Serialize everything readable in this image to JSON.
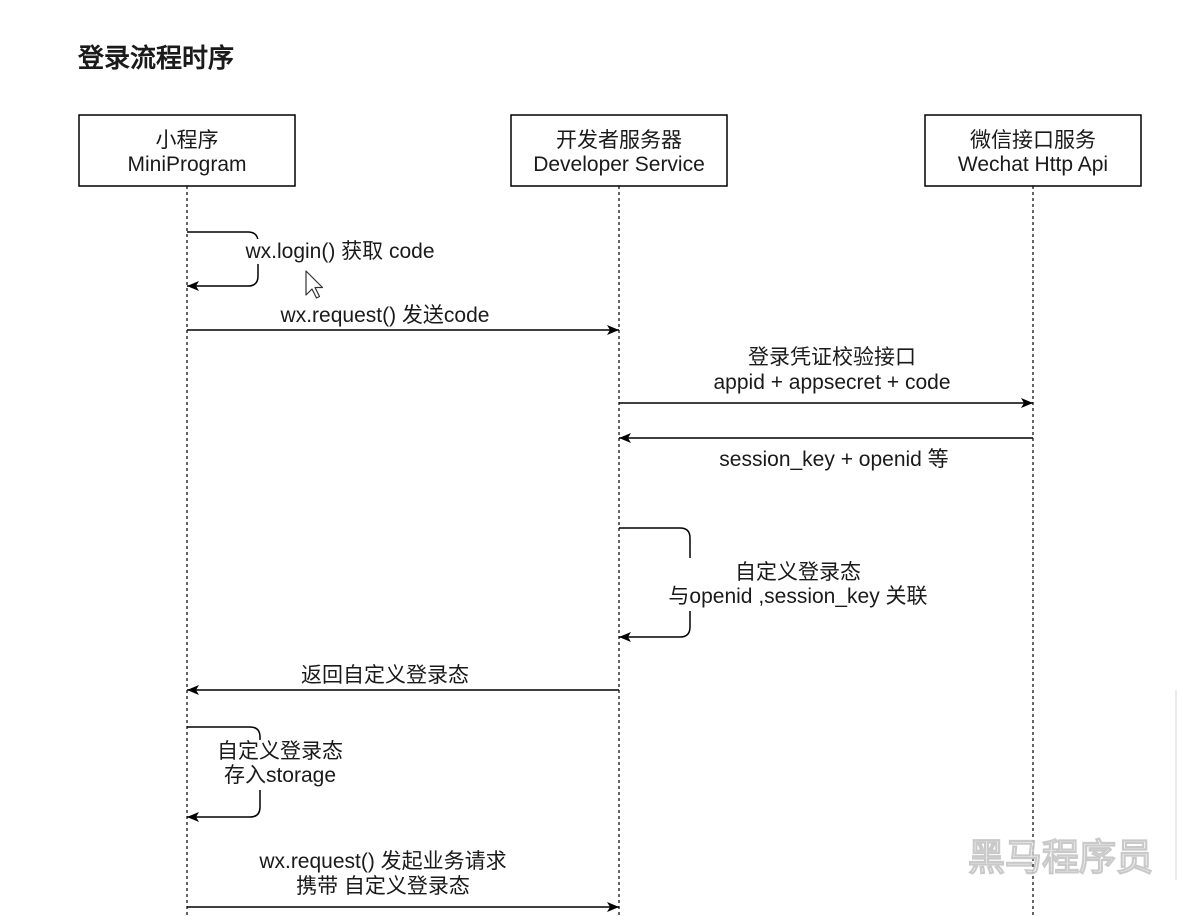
{
  "page": {
    "title": "登录流程时序"
  },
  "diagram": {
    "participants": [
      {
        "label": "小程序",
        "sublabel": "MiniProgram"
      },
      {
        "label": "开发者服务器",
        "sublabel": "Developer Service"
      },
      {
        "label": "微信接口服务",
        "sublabel": "Wechat Http Api"
      }
    ],
    "messages": [
      {
        "from": 0,
        "to": 0,
        "lines": [
          "wx.login() 获取 code"
        ]
      },
      {
        "from": 0,
        "to": 1,
        "lines": [
          "wx.request() 发送code"
        ]
      },
      {
        "from": 1,
        "to": 2,
        "lines": [
          "登录凭证校验接口",
          "appid + appsecret + code"
        ]
      },
      {
        "from": 2,
        "to": 1,
        "lines": [
          "session_key + openid 等"
        ]
      },
      {
        "from": 1,
        "to": 1,
        "lines": [
          "自定义登录态",
          "与openid ,session_key 关联"
        ]
      },
      {
        "from": 1,
        "to": 0,
        "lines": [
          "返回自定义登录态"
        ]
      },
      {
        "from": 0,
        "to": 0,
        "lines": [
          "自定义登录态",
          "存入storage"
        ]
      },
      {
        "from": 0,
        "to": 1,
        "lines": [
          "wx.request() 发起业务请求",
          "携带 自定义登录态"
        ]
      }
    ],
    "colors": {
      "line": "#000000",
      "text": "#1a1a1a",
      "background": "#ffffff"
    }
  },
  "overlay": {
    "cursor_icon": "mouse-pointer-icon",
    "watermark": "黑马程序员"
  }
}
